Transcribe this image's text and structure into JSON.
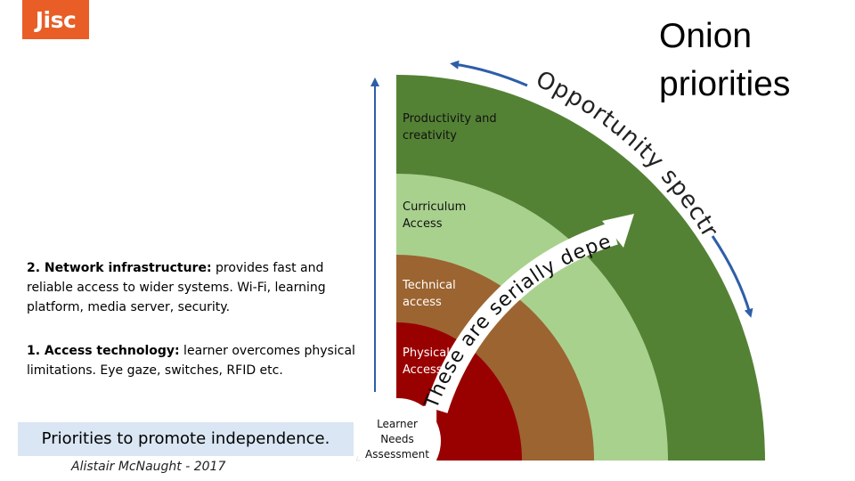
{
  "logo": {
    "text": "Jisc"
  },
  "title": {
    "line1": "Onion",
    "line2": "priorities"
  },
  "descriptions": {
    "item2": {
      "bold": "2. Network infrastructure:",
      "rest": " provides fast and reliable access to wider systems. Wi-Fi, learning platform, media server, security."
    },
    "item1": {
      "bold": "1. Access technology:",
      "rest": " learner overcomes physical limitations. Eye gaze, switches, RFID etc."
    }
  },
  "priorities": {
    "highlight": "Priorities",
    "rest": " to promote independence."
  },
  "author": "Alistair McNaught - 2017",
  "diagram": {
    "rings": [
      {
        "line1": "Productivity  and",
        "line2": "creativity",
        "color": "#548235",
        "text_color": "#111111"
      },
      {
        "line1": "Curriculum",
        "line2": "Access",
        "color": "#a9d18e",
        "text_color": "#111111"
      },
      {
        "line1": "Technical",
        "line2": "access",
        "color": "#9c6431",
        "text_color": "#ffffff"
      },
      {
        "line1": "Physical",
        "line2": "Access",
        "color": "#990000",
        "text_color": "#ffffff"
      }
    ],
    "center": {
      "line1": "Learner",
      "line2": "Needs",
      "line3": "Assessment"
    },
    "spectrum_text": "Opportunity spectrum",
    "dependent_text": "These are serially dependent",
    "arrow_color": "#2e5ea8"
  }
}
